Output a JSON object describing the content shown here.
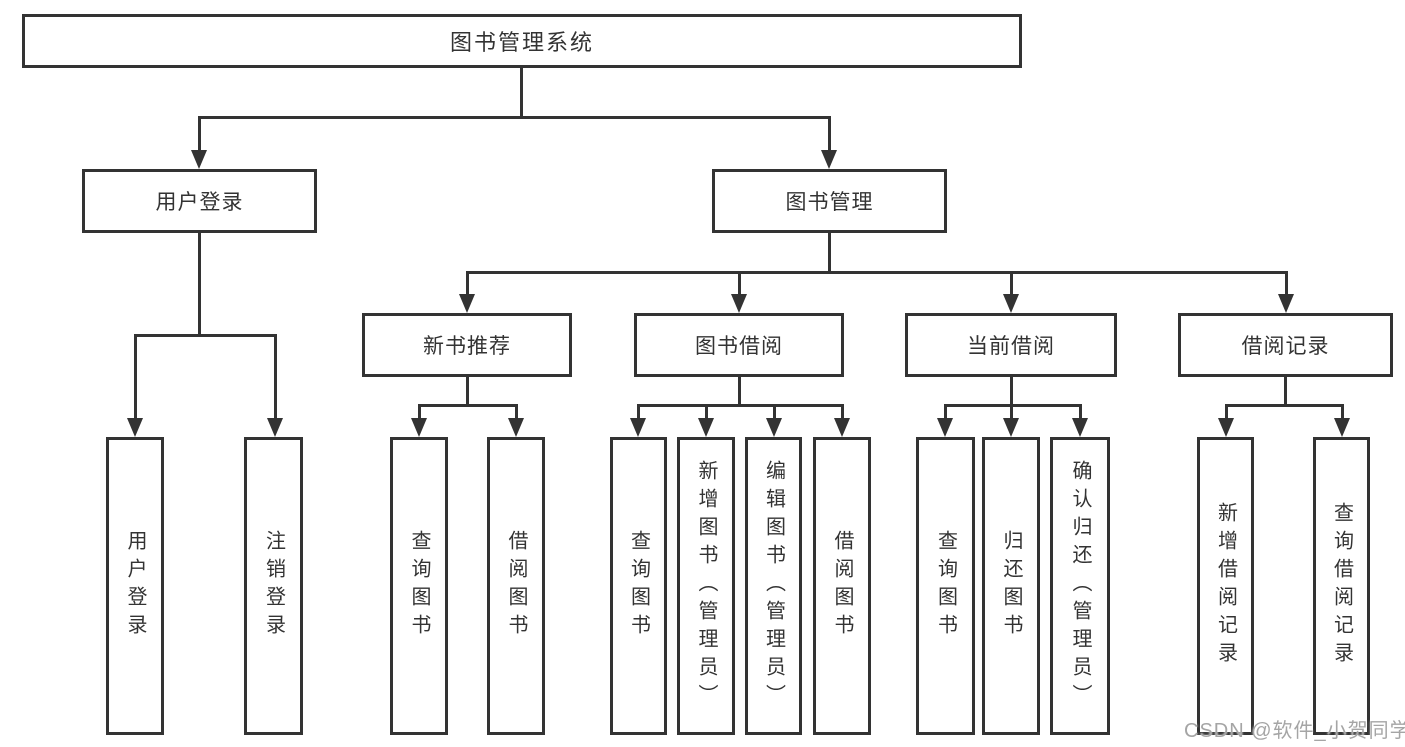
{
  "diagram": {
    "type": "hierarchy-tree",
    "root": "图书管理系统",
    "level1": [
      "用户登录",
      "图书管理"
    ],
    "level2": [
      "新书推荐",
      "图书借阅",
      "当前借阅",
      "借阅记录"
    ],
    "leaves": [
      "用户登录",
      "注销登录",
      "查询图书",
      "借阅图书",
      "查询图书",
      "新增图书（管理员）",
      "编辑图书（管理员）",
      "借阅图书",
      "查询图书",
      "归还图书",
      "确认归还（管理员）",
      "新增借阅记录",
      "查询借阅记录"
    ],
    "tree": {
      "图书管理系统": [
        "用户登录",
        "图书管理"
      ],
      "用户登录": [
        "用户登录",
        "注销登录"
      ],
      "图书管理": [
        "新书推荐",
        "图书借阅",
        "当前借阅",
        "借阅记录"
      ],
      "新书推荐": [
        "查询图书",
        "借阅图书"
      ],
      "图书借阅": [
        "查询图书",
        "新增图书（管理员）",
        "编辑图书（管理员）",
        "借阅图书"
      ],
      "当前借阅": [
        "查询图书",
        "归还图书",
        "确认归还（管理员）"
      ],
      "借阅记录": [
        "新增借阅记录",
        "查询借阅记录"
      ]
    },
    "colors": {
      "line": "#333333",
      "text": "#333333",
      "box_background": "#ffffff",
      "watermark_text": "#a5a5a5"
    },
    "watermark": "CSDN @软件_小贺同学"
  }
}
